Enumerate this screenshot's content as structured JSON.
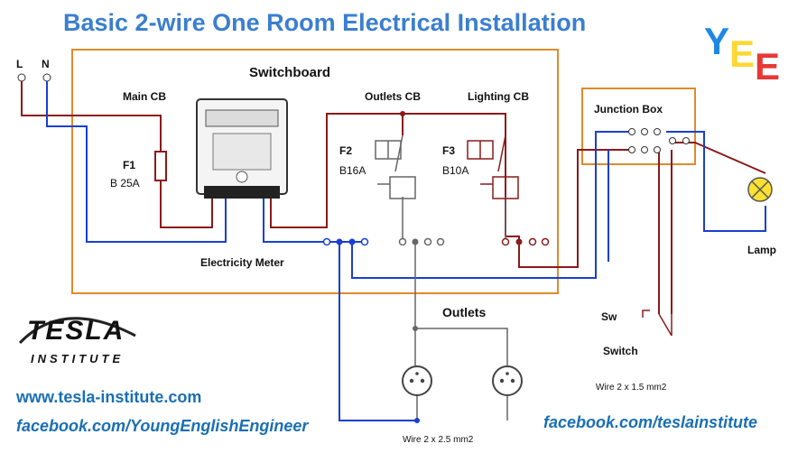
{
  "title": "Basic 2-wire One Room Electrical Installation",
  "brand": {
    "letters": [
      "Y",
      "E",
      "E"
    ],
    "colors": [
      "#1e88e5",
      "#fdd835",
      "#e53935"
    ]
  },
  "logo": {
    "name": "TESLA",
    "sub": "INSTITUTE"
  },
  "terminals": {
    "live": "L",
    "neutral": "N"
  },
  "switchboard": {
    "label": "Switchboard",
    "main_cb": "Main CB",
    "outlets_cb": "Outlets CB",
    "lighting_cb": "Lighting CB",
    "fuse": {
      "name": "F1",
      "rating": "B 25A"
    },
    "f2": {
      "name": "F2",
      "rating": "B16A"
    },
    "f3": {
      "name": "F3",
      "rating": "B10A"
    },
    "meter": "Electricity Meter"
  },
  "junction_box": "Junction Box",
  "lamp": "Lamp",
  "outlets": "Outlets",
  "switch": {
    "short": "Sw",
    "label": "Switch"
  },
  "wires": {
    "outlets": "Wire 2 x 2.5 mm2",
    "lighting": "Wire 2 x 1.5 mm2"
  },
  "links": {
    "website": "www.tesla-institute.com",
    "facebook_yee": "facebook.com/YoungEnglishEngineer",
    "facebook_tesla": "facebook.com/teslainstitute"
  },
  "colors": {
    "live": "#8b1a1a",
    "neutral": "#1a3fd1",
    "earth": "#666666",
    "box": "#e08a2a",
    "title": "#3a7fd0"
  }
}
